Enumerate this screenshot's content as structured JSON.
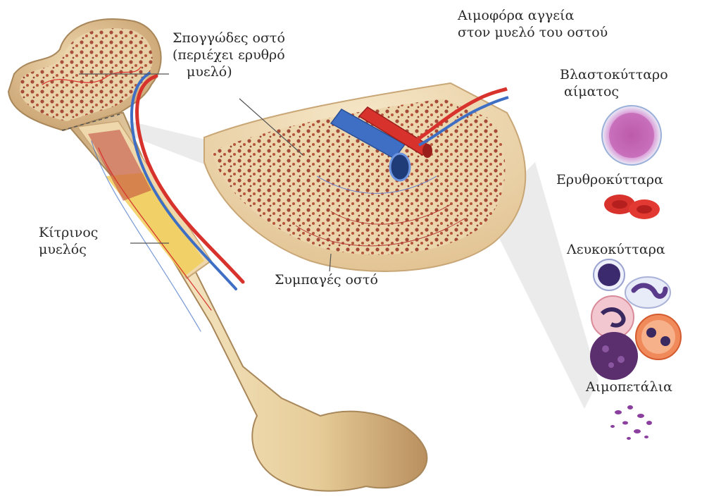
{
  "labels": {
    "spongy_bone": [
      "Σπογγώδες οστό",
      "(περιέχει ερυθρό",
      "μυελό)"
    ],
    "yellow_marrow": [
      "Κίτρινος",
      "μυελός"
    ],
    "compact_bone": "Συμπαγές οστό",
    "blood_vessels": [
      "Αιμοφόρα αγγεία",
      "στον μυελό του οστού"
    ],
    "stem_cell": [
      "Βλαστοκύτταρο",
      "αίματος"
    ],
    "red_cells": "Ερυθροκύτταρα",
    "white_cells": "Λευκοκύτταρα",
    "platelets": "Αιμοπετάλια"
  },
  "colors": {
    "bone": "#e9d3a6",
    "bone_shade": "#c9a676",
    "marrow_red": "#a3362e",
    "artery": "#d8322d",
    "vein": "#3f6fc4",
    "yellow_marrow": "#f1cf5a",
    "platelet": "#8a3f9e"
  }
}
